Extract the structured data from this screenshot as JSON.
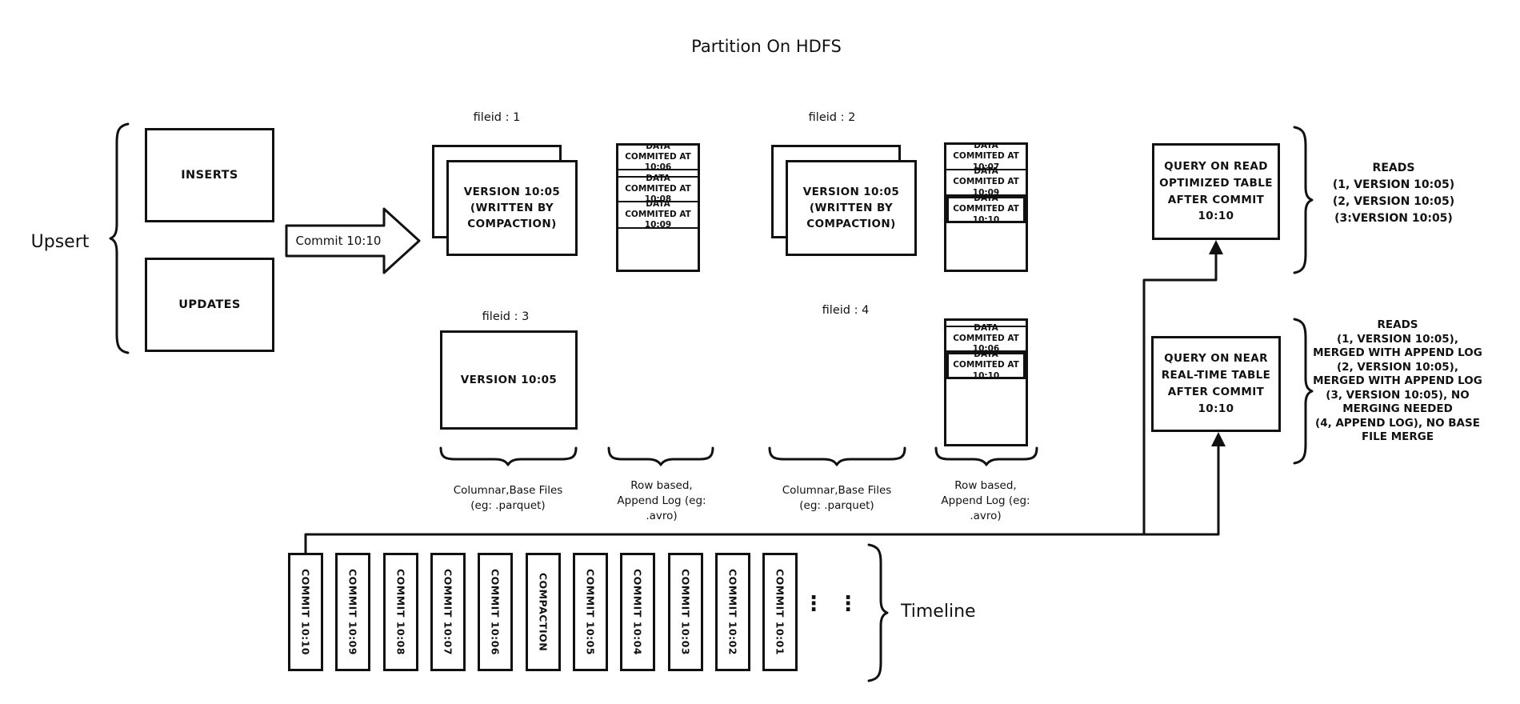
{
  "title": "Partition On HDFS",
  "colors": {
    "ink": "#111111",
    "background": "#ffffff"
  },
  "upsert": {
    "label": "Upsert",
    "inserts": "INSERTS",
    "updates": "UPDATES"
  },
  "commit_arrow_label": "Commit 10:10",
  "file_groups": {
    "f1": {
      "label": "fileid : 1",
      "base_file": "VERSION 10:05\n(WRITTEN BY\nCOMPACTION)"
    },
    "f2": {
      "label": "fileid : 2",
      "base_file": "VERSION 10:05\n(WRITTEN BY\nCOMPACTION)"
    },
    "f3": {
      "label": "fileid : 3",
      "base_file": "VERSION 10:05"
    },
    "f4": {
      "label": "fileid : 4"
    }
  },
  "append_logs": {
    "log1": {
      "rows": [
        "DATA COMMITED AT 10:06",
        "DATA COMMITED AT 10:08",
        "DATA COMMITED AT 10:09"
      ]
    },
    "log2": {
      "rows": [
        "DATA COMMITED AT 10:07",
        "DATA COMMITED AT 10:09",
        "DATA COMMITED AT 10:10"
      ]
    },
    "log4": {
      "rows": [
        "DATA COMMITED AT 10:06",
        "DATA COMMITED AT 10:10"
      ]
    }
  },
  "captions": {
    "columnar_a": "Columnar,Base Files\n(eg: .parquet)",
    "rowbased_a": "Row based,\nAppend Log  (eg:\n.avro)",
    "columnar_b": "Columnar,Base Files\n(eg: .parquet)",
    "rowbased_b": "Row based,\nAppend Log  (eg:\n.avro)"
  },
  "queries": {
    "read_optimized": {
      "label": "QUERY ON READ\nOPTIMIZED TABLE\nAFTER COMMIT\n10:10",
      "reads": "READS\n(1, VERSION 10:05)\n(2, VERSION 10:05)\n(3:VERSION 10:05)"
    },
    "near_realtime": {
      "label": "QUERY ON NEAR\nREAL-TIME TABLE\nAFTER COMMIT\n10:10",
      "reads": "READS\n(1, VERSION 10:05),\nMERGED WITH APPEND LOG\n(2, VERSION 10:05),\nMERGED WITH APPEND LOG\n(3, VERSION 10:05), NO\nMERGING NEEDED\n(4, APPEND LOG), NO BASE\nFILE MERGE"
    }
  },
  "timeline": {
    "label": "Timeline",
    "ellipsis": "⋮",
    "items": [
      "COMMIT 10:10",
      "COMMIT 10:09",
      "COMMIT 10:08",
      "COMMIT 10:07",
      "COMMIT 10:06",
      "COMPACTION",
      "COMMIT 10:05",
      "COMMIT 10:04",
      "COMMIT 10:03",
      "COMMIT 10:02",
      "COMMIT 10:01"
    ]
  }
}
